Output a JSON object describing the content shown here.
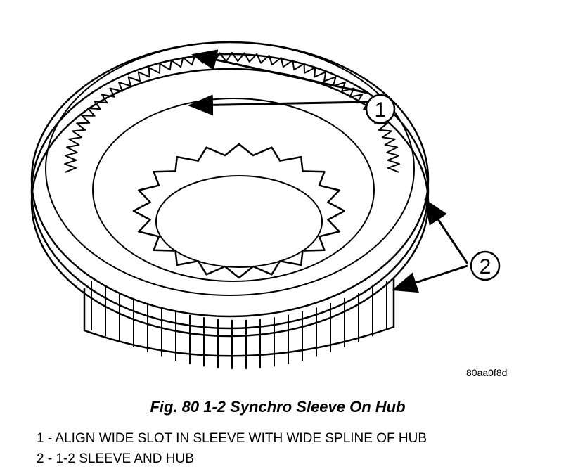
{
  "figure": {
    "reference_code": "80aa0f8d",
    "caption": "Fig. 80 1-2 Synchro Sleeve On Hub",
    "callouts": [
      {
        "number": "1",
        "text": "ALIGN WIDE SLOT IN SLEEVE WITH WIDE SPLINE OF HUB"
      },
      {
        "number": "2",
        "text": "1-2 SLEEVE AND HUB"
      }
    ],
    "separator": " - "
  }
}
